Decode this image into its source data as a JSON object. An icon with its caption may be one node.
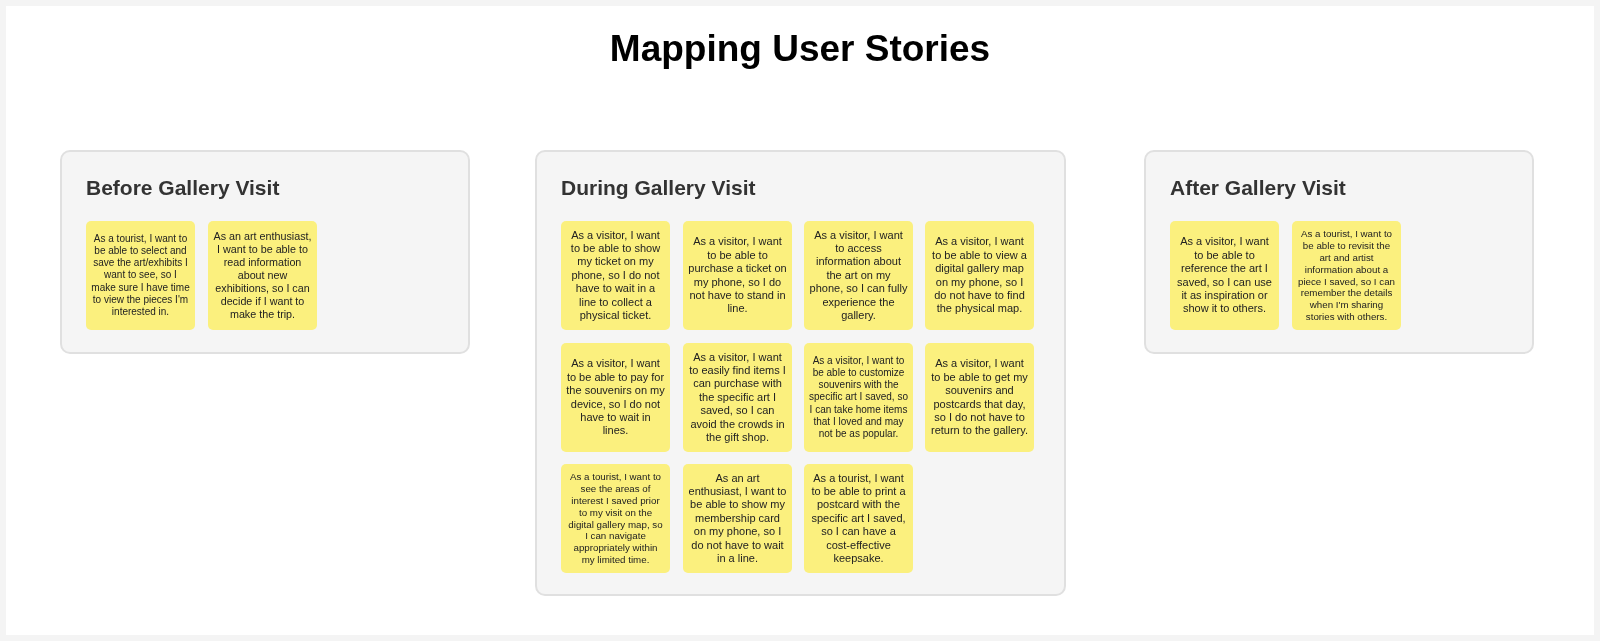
{
  "diagram": {
    "title": "Mapping User Stories",
    "nodes": [
      {
        "text": [
          "Before Gallery Visit"
        ]
      },
      {
        "text": [
          "As a tourist, I want to be able to select and save the art/exhibits I want to see, so I make sure I have time to view the pieces I'm interested in."
        ],
        "in": 0
      },
      {
        "text": [
          "As an art enthusiast, I want to be able to read information about new exhibitions, so I can decide if I want to make the trip."
        ],
        "in": 0
      },
      {
        "text": [
          "During Gallery Visit"
        ]
      },
      {
        "text": [
          "As a visitor, I want to be able to show my ticket on my phone, so I do not have to wait in a line to collect a physical ticket."
        ],
        "in": 3
      },
      {
        "text": [
          "As a visitor, I want to be able to purchase a ticket on my phone, so I do not have to stand in line."
        ],
        "in": 3
      },
      {
        "text": [
          "As a visitor, I want to access information about the art on my phone, so I can fully experience the gallery."
        ],
        "in": 3
      },
      {
        "text": [
          "As a visitor, I want to be able to view a digital gallery map on my phone, so I do not have to find the physical map."
        ],
        "in": 3
      },
      {
        "text": [
          "As a visitor, I want to be able to pay for the souvenirs on my device, so I do not have to wait in lines."
        ],
        "in": 3
      },
      {
        "text": [
          "As a visitor, I want to easily find items I can purchase with the specific art I saved, so I can avoid the crowds in the gift shop."
        ],
        "in": 3
      },
      {
        "text": [
          "As a visitor, I want to be able to customize souvenirs with the specific art I saved, so I can take home items that I loved and may not be as popular."
        ],
        "in": 3
      },
      {
        "text": [
          "As a visitor, I want to be able to get my souvenirs and postcards that day, so I do not have to return to the gallery."
        ],
        "in": 3
      },
      {
        "text": [
          "As a tourist, I want to see the areas of interest I saved prior to my visit on the digital gallery map, so I can navigate appropriately within my limited time."
        ],
        "in": 3
      },
      {
        "text": [
          "As an art enthusiast, I want to be able to show my membership card on my phone, so I do not have to wait in a line."
        ],
        "in": 3
      },
      {
        "text": [
          "As a tourist, I want to be able to print a postcard with the specific art I saved, so I can have a cost-effective keepsake."
        ],
        "in": 3
      },
      {
        "text": [
          "After Gallery Visit"
        ]
      },
      {
        "text": [
          "As a visitor, I want to be able to reference the art I saved, so I can use it as inspiration or show it to others."
        ],
        "in": 15
      },
      {
        "text": [
          "As a tourist, I want to be able to revisit the art and artist information about a piece I saved, so I can remember the details when I'm sharing stories with others."
        ],
        "in": 15
      }
    ],
    "edges": []
  }
}
